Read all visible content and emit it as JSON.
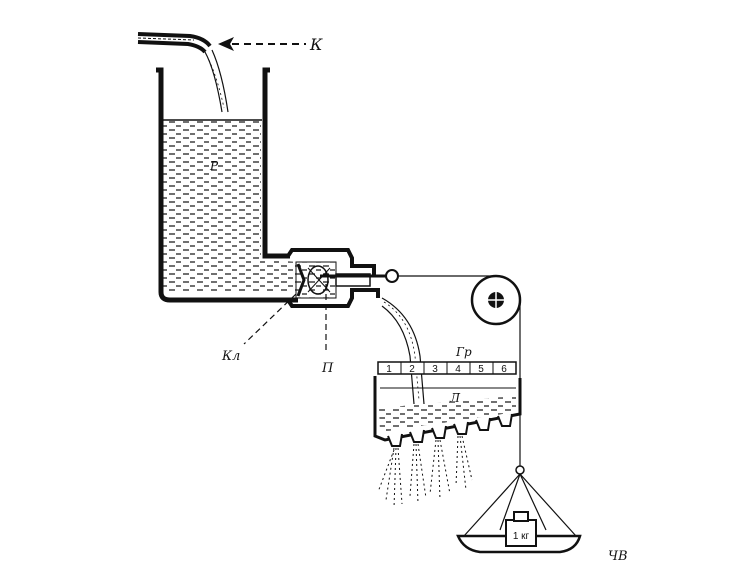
{
  "labels": {
    "source": "К",
    "tank": "Р",
    "valve": "Кл",
    "piston": "П",
    "scale": "Гр",
    "tray": "Л",
    "weigher": "ЧВ",
    "weight": "1 кг"
  },
  "scale_cells": [
    "1",
    "2",
    "3",
    "4",
    "5",
    "6"
  ],
  "colors": {
    "ink": "#111111",
    "paper": "#ffffff"
  }
}
